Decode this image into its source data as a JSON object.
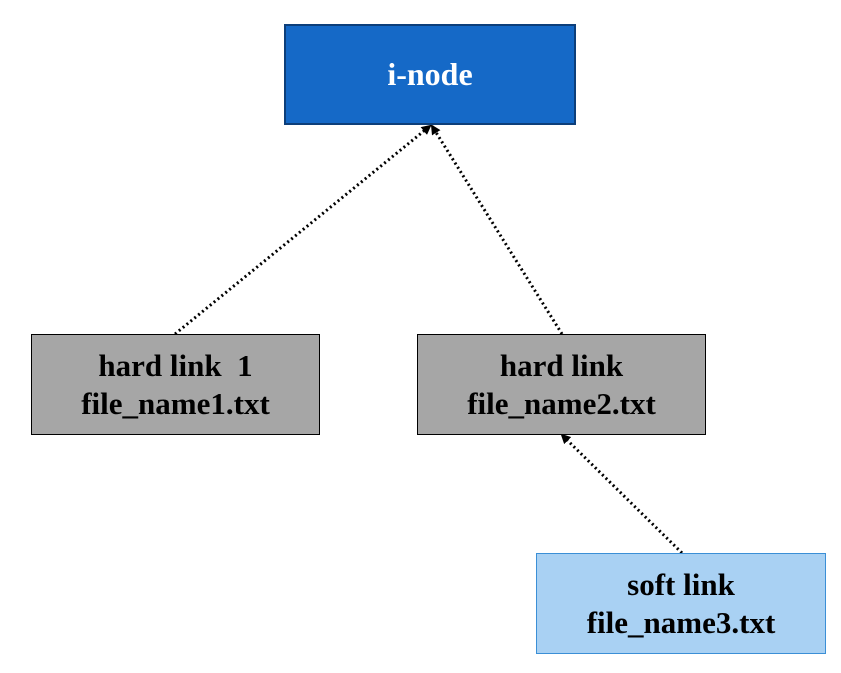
{
  "diagram": {
    "nodes": {
      "inode": {
        "lines": [
          "i-node"
        ],
        "fill": "#1569c7",
        "text_color": "#ffffff"
      },
      "hard_link_1": {
        "lines": [
          "hard link  1",
          "file_name1.txt"
        ],
        "fill": "#a6a6a6"
      },
      "hard_link_2": {
        "lines": [
          "hard link",
          "file_name2.txt"
        ],
        "fill": "#a6a6a6"
      },
      "soft_link": {
        "lines": [
          "soft link",
          "file_name3.txt"
        ],
        "fill": "#a9d1f3"
      }
    },
    "edges": [
      {
        "from": "hard_link_1",
        "to": "inode",
        "style": "dotted-arrow"
      },
      {
        "from": "hard_link_2",
        "to": "inode",
        "style": "dotted-arrow"
      },
      {
        "from": "soft_link",
        "to": "hard_link_2",
        "style": "dotted-arrow"
      }
    ]
  }
}
